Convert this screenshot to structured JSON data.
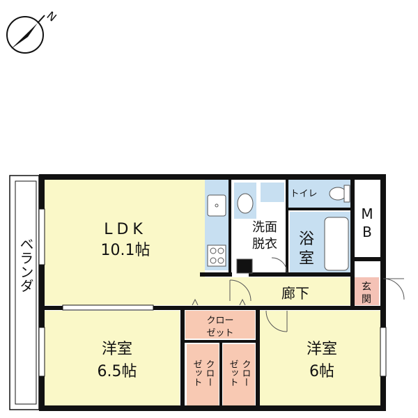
{
  "colors": {
    "wall": "#111111",
    "room_fill": "#faf8c8",
    "wet_area_fill": "#c7dff1",
    "closet_fill": "#f8c9b3",
    "entrance_fill": "#f4c2b6",
    "floor_white": "#ffffff",
    "fixture_stroke": "#555555"
  },
  "compass": {
    "icon": "north-arrow-icon",
    "label": "N"
  },
  "rooms": {
    "ldk": {
      "name": "LDK",
      "size": "10.1帖"
    },
    "western_left": {
      "name": "洋室",
      "size": "6.5帖"
    },
    "western_right": {
      "name": "洋室",
      "size": "6帖"
    },
    "washroom": {
      "line1": "洗面",
      "line2": "脱衣"
    },
    "bath": {
      "line1": "浴",
      "line2": "室"
    },
    "toilet": {
      "name": "トイレ"
    },
    "mb": {
      "line1": "M",
      "line2": "B"
    },
    "hallway": {
      "name": "廊下"
    },
    "entrance": {
      "line1": "玄",
      "line2": "関"
    },
    "veranda": {
      "name": "ベランダ"
    },
    "closet_top": {
      "line1": "クロー",
      "line2": "ゼット"
    },
    "closet_left": {
      "col1": "クロー",
      "col2": "ゼット"
    },
    "closet_right": {
      "col1": "クロー",
      "col2": "ゼット"
    }
  }
}
